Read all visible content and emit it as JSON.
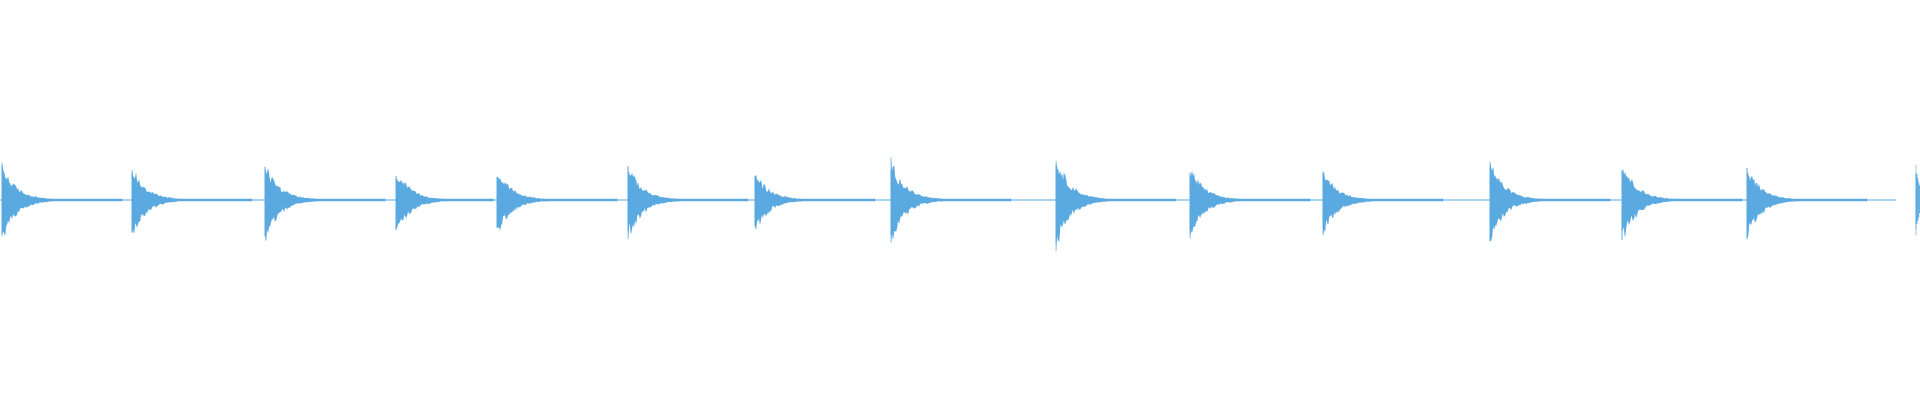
{
  "waveform": {
    "color": "#5aa9e0",
    "background": "#ffffff",
    "peaks": [
      {
        "pos": 0.001,
        "up": 0.47,
        "down": 0.54
      },
      {
        "pos": 0.069,
        "up": 0.45,
        "down": 0.48
      },
      {
        "pos": 0.138,
        "up": 0.5,
        "down": 0.55
      },
      {
        "pos": 0.206,
        "up": 0.41,
        "down": 0.47
      },
      {
        "pos": 0.259,
        "up": 0.42,
        "down": 0.46
      },
      {
        "pos": 0.327,
        "up": 0.46,
        "down": 0.52
      },
      {
        "pos": 0.393,
        "up": 0.38,
        "down": 0.42
      },
      {
        "pos": 0.464,
        "up": 0.53,
        "down": 0.57
      },
      {
        "pos": 0.55,
        "up": 0.58,
        "down": 0.64
      },
      {
        "pos": 0.62,
        "up": 0.44,
        "down": 0.5
      },
      {
        "pos": 0.689,
        "up": 0.4,
        "down": 0.47
      },
      {
        "pos": 0.776,
        "up": 0.53,
        "down": 0.56
      },
      {
        "pos": 0.845,
        "up": 0.52,
        "down": 0.58
      },
      {
        "pos": 0.91,
        "up": 0.45,
        "down": 0.52
      },
      {
        "pos": 0.998,
        "up": 0.45,
        "down": 0.48
      }
    ]
  }
}
